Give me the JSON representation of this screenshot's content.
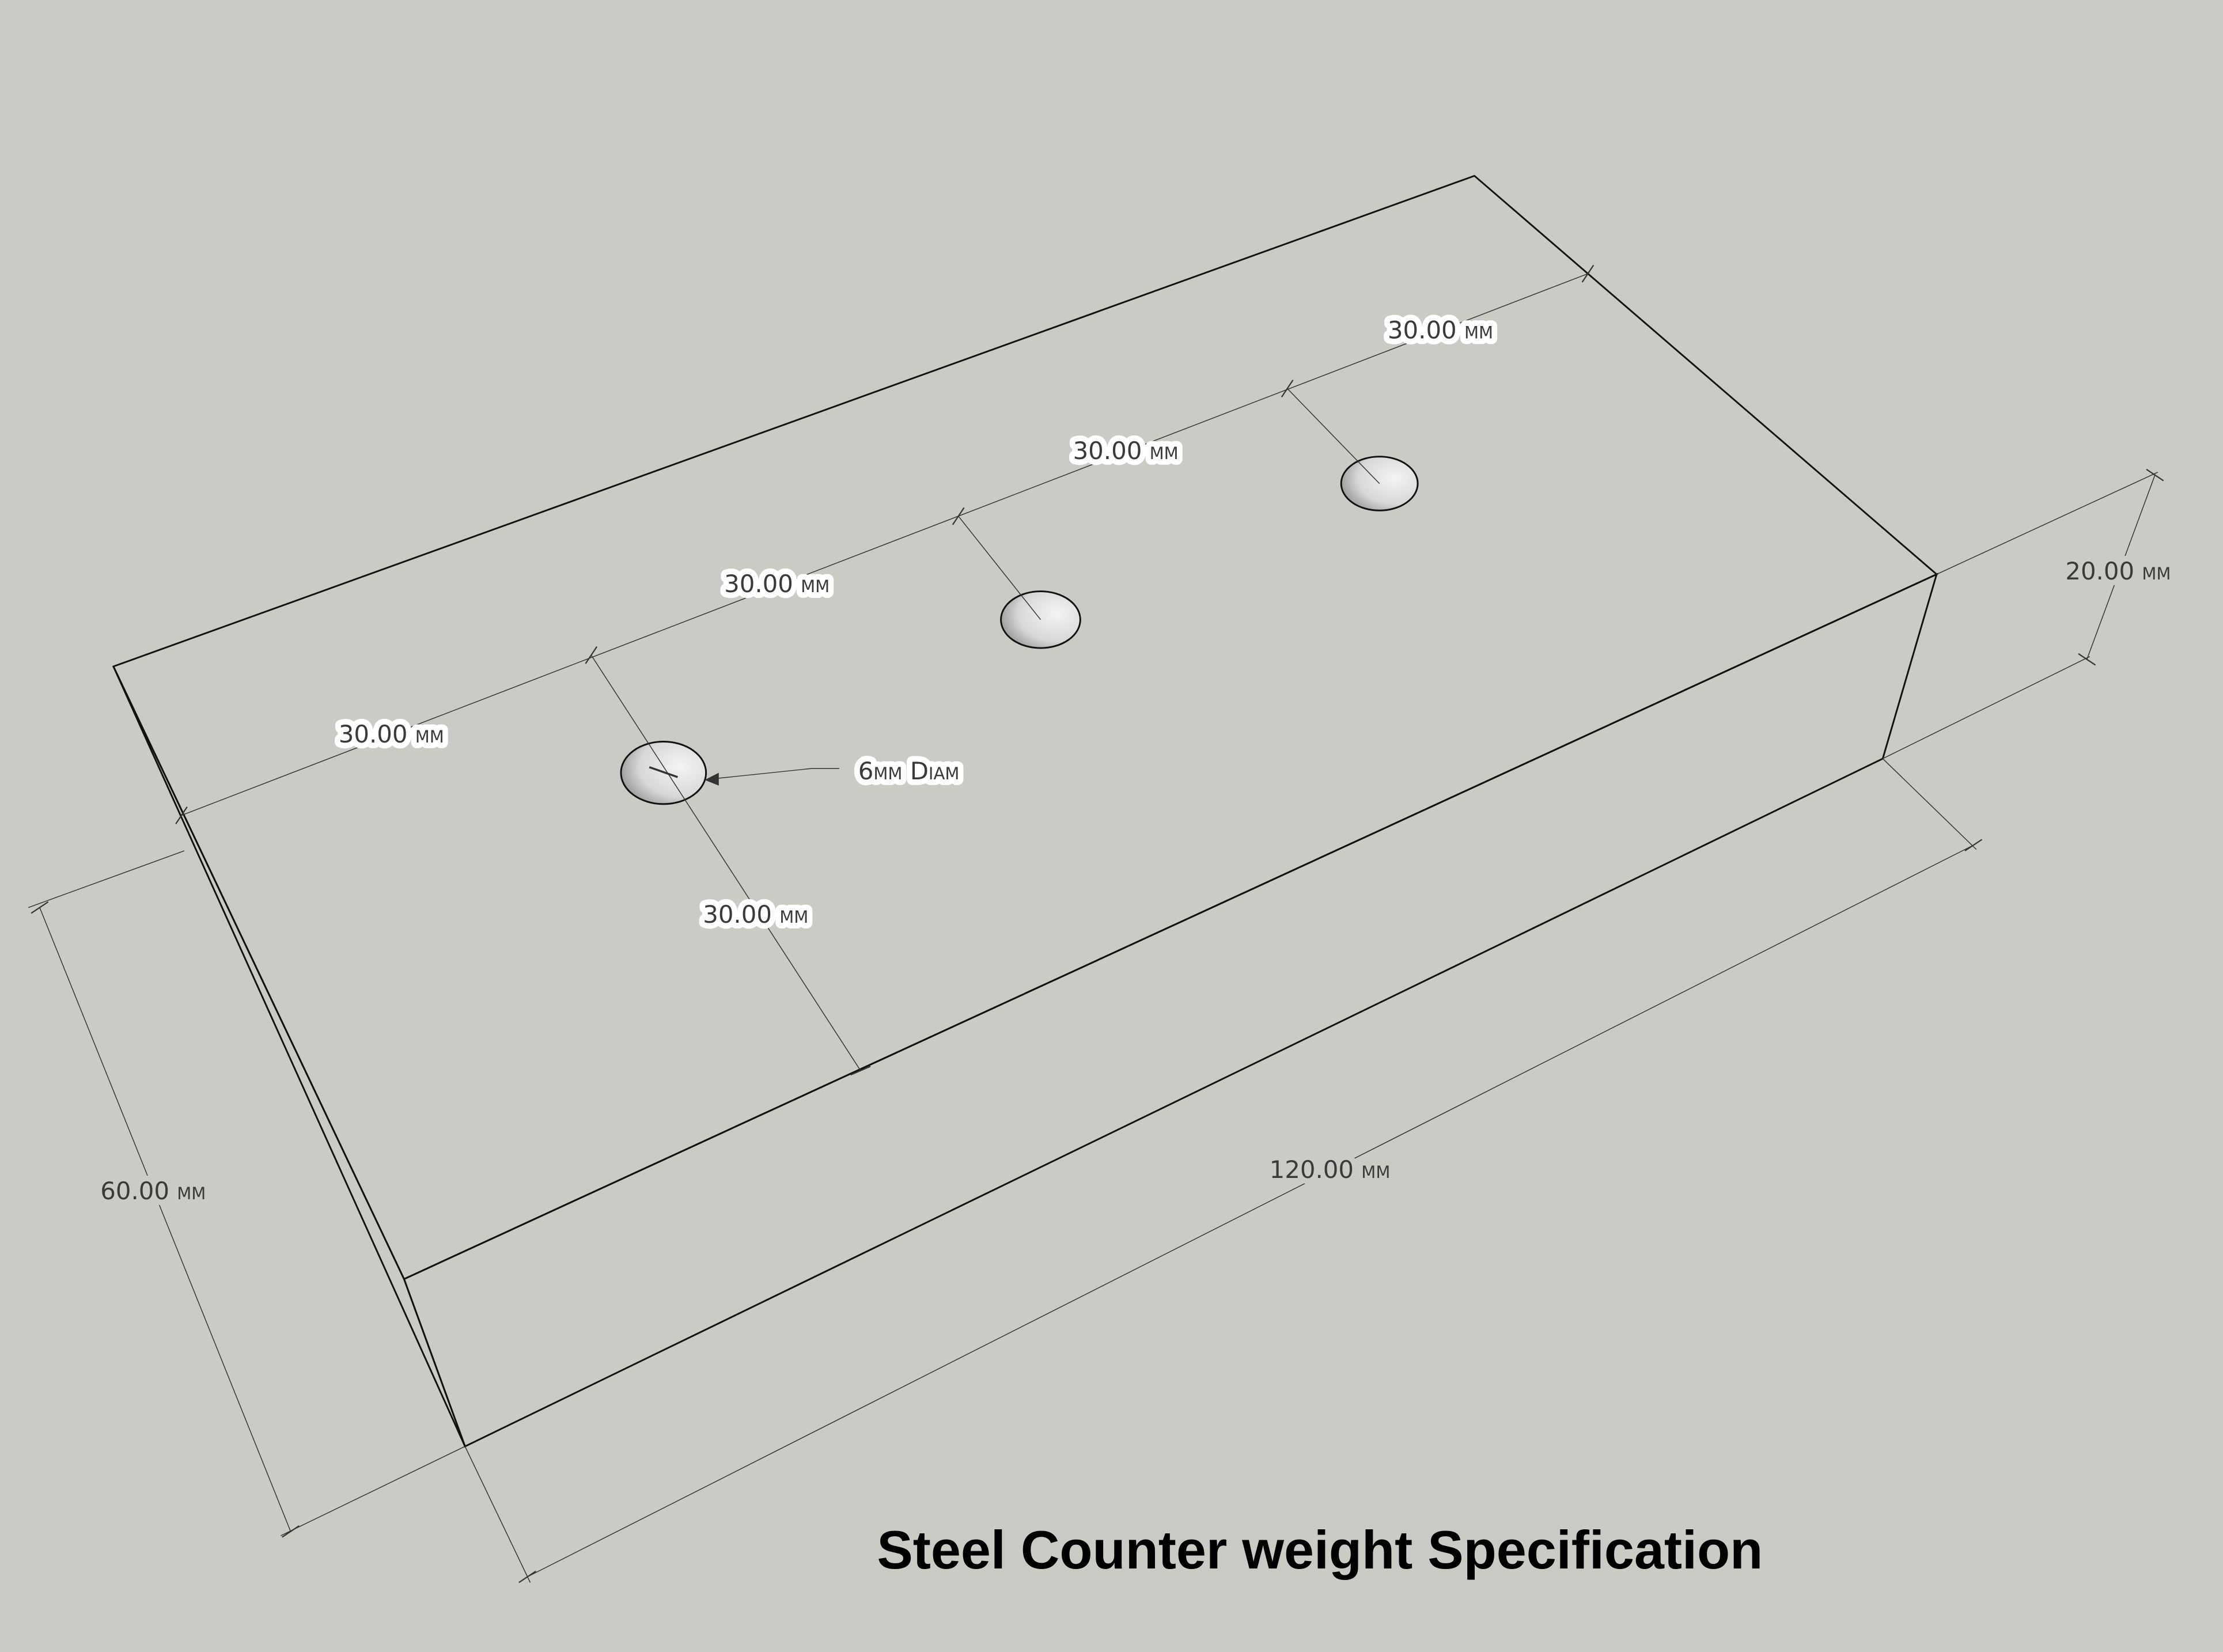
{
  "title": "Steel Counter weight Specification",
  "colors": {
    "background": "#cbcbc6",
    "top_face": "#ffffff",
    "front_face": "#dcdcdc",
    "side_face": "#9a9a9a",
    "lines": "#333333"
  },
  "dimensions": {
    "hole_spacing_1": "30.00 mm",
    "hole_spacing_2": "30.00 mm",
    "hole_spacing_3": "30.00 mm",
    "hole_spacing_4": "30.00 mm",
    "hole_offset": "30.00 mm",
    "hole_diameter": "6mm Diam",
    "width": "60.00 mm",
    "length": "120.00 mm",
    "height": "20.00 mm"
  }
}
